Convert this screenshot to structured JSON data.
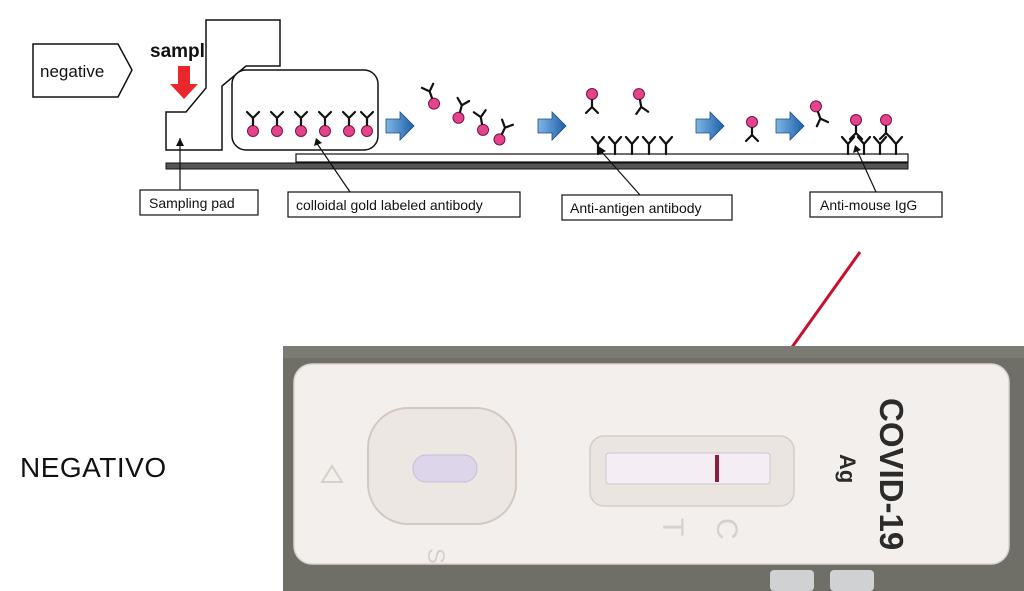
{
  "diagram": {
    "state_label": "negative",
    "sample_label": "sample",
    "labels": {
      "sampling_pad": "Sampling pad",
      "gold_antibody": "colloidal gold labeled antibody",
      "anti_antigen": "Anti-antigen antibody",
      "anti_mouse": "Anti-mouse IgG"
    }
  },
  "result_label": "NEGATIVO",
  "cassette": {
    "brand": "COVID-19",
    "sub": "Ag",
    "sample_mark": "S",
    "test_mark": "T",
    "control_mark": "C"
  },
  "colors": {
    "arrow_red": "#e8262b",
    "arrow_blue": "#2f7fc4",
    "gold_particle": "#e3448c",
    "pointer_line": "#c8102e",
    "cassette": "#f3efec",
    "background_photo": "#6f6f68"
  }
}
